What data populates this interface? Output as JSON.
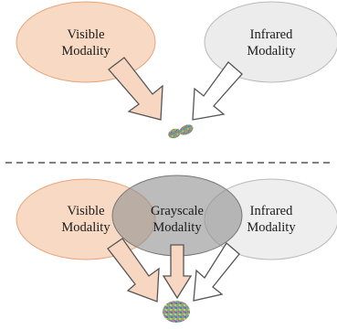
{
  "top": {
    "visible": {
      "line1": "Visible",
      "line2": "Modality"
    },
    "infrared": {
      "line1": "Infrared",
      "line2": "Modality"
    }
  },
  "bottom": {
    "visible": {
      "line1": "Visible",
      "line2": "Modality"
    },
    "grayscale": {
      "line1": "Grayscale",
      "line2": "Modality"
    },
    "infrared": {
      "line1": "Infrared",
      "line2": "Modality"
    }
  },
  "colors": {
    "visible_fill": "#f6cdb0",
    "visible_stroke": "#e8a47a",
    "infrared_fill": "#ececec",
    "infrared_stroke": "#b9b9b9",
    "grayscale_fill": "#8f8f8f",
    "visible_arrow": "#f8d7c2",
    "grayscale_arrow": "#f8d7c2",
    "infrared_arrow": "#ffffff",
    "divider": "#333333"
  }
}
